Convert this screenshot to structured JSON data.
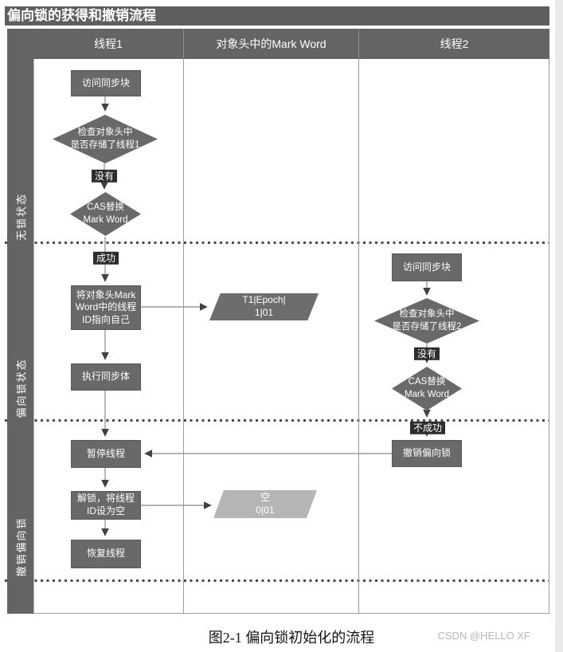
{
  "page": {
    "title": "偏向锁的获得和撤销流程",
    "caption": "图2-1  偏向锁初始化的流程",
    "watermark": "CSDN @HELLO XF"
  },
  "colors": {
    "header_bg": "#646464",
    "node_bg": "#696969",
    "chip_bg": "#2d2d2d",
    "light_node_bg": "#b5b5b5",
    "connector": "#9a9a9a",
    "arrowhead": "#414141",
    "page_strip": "#eaeaea"
  },
  "lanes": {
    "col1": "线程1",
    "col2": "对象头中的Mark Word",
    "col3": "线程2",
    "row1": "无锁状态",
    "row2": "偏向锁状态",
    "row3": "撤销偏向锁"
  },
  "thread1": {
    "access_sync": "访问同步块",
    "check_header_l1": "检查对象头中",
    "check_header_l2": "是否存储了线程1",
    "no_label": "没有",
    "cas_l1": "CAS替换",
    "cas_l2": "Mark Word",
    "success_label": "成功",
    "set_tid_l1": "将对象头Mark",
    "set_tid_l2": "Word中的线程",
    "set_tid_l3": "ID指向自己",
    "exec_sync": "执行同步体",
    "pause_thread": "暂停线程",
    "unlock_l1": "解锁，将线程",
    "unlock_l2": "ID设为空",
    "resume_thread": "恢复线程"
  },
  "markword": {
    "biased_l1": "T1|Epoch|",
    "biased_l2": "1|01",
    "empty_l1": "空",
    "empty_l2": "0|01"
  },
  "thread2": {
    "access_sync": "访问同步块",
    "check_header_l1": "检查对象头中",
    "check_header_l2": "是否存储了线程2",
    "no_label": "没有",
    "cas_l1": "CAS替换",
    "cas_l2": "Mark Word",
    "fail_label": "不成功",
    "revoke": "撤销偏向锁"
  }
}
